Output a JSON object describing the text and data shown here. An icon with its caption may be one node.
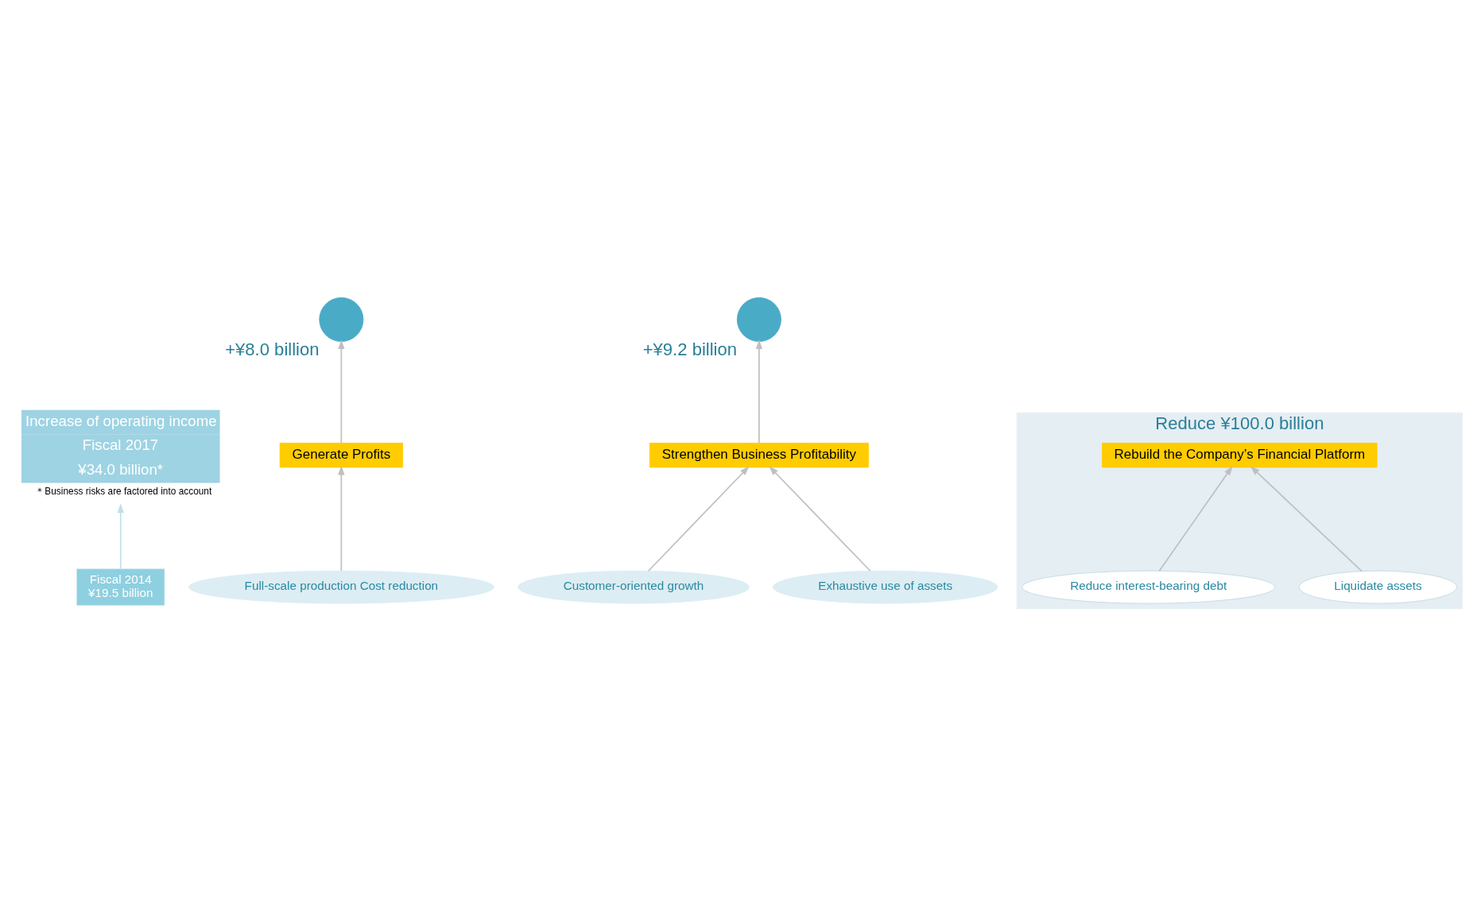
{
  "diagram": {
    "nodes": [
      {
        "text": [
          "Fiscal 2014",
          "¥19.5 billion"
        ]
      },
      {
        "text": [],
        "shape": "circle",
        "beside": [
          "+¥8.0 billion"
        ]
      },
      {
        "text": [],
        "shape": "circle",
        "beside": [
          "+¥9.2 billion"
        ]
      },
      {
        "text": [
          "Increase of operating income",
          "Fiscal 2017",
          "¥34.0 billion*"
        ],
        "beside": [
          "＊Business risks are factored into account"
        ]
      },
      {
        "text": [
          "Generate Profits"
        ]
      },
      {
        "text": [
          "Strengthen Business Profitability"
        ]
      },
      {
        "text": [
          "Full-scale production Cost reduction"
        ]
      },
      {
        "text": [
          "Customer-oriented growth"
        ]
      },
      {
        "text": [
          "Exhaustive use of assets"
        ]
      },
      {
        "text": [
          "Reduce ¥100.0 billion"
        ]
      },
      {
        "text": [
          "Liquidate assets"
        ],
        "in": 9
      },
      {
        "text": [
          "Rebuild the Company’s Financial Platform"
        ],
        "in": 9
      },
      {
        "text": [
          "Reduce interest-bearing debt"
        ],
        "in": 9
      }
    ],
    "edges": [
      {
        "from": 0,
        "to": 3,
        "arrow": "to",
        "color": "#bfe0ea"
      },
      {
        "from": 4,
        "to": 1,
        "arrow": "to"
      },
      {
        "from": 5,
        "to": 2,
        "arrow": "to"
      },
      {
        "from": 6,
        "to": 4,
        "arrow": "to"
      },
      {
        "from": 7,
        "to": 5,
        "arrow": "to"
      },
      {
        "from": 8,
        "to": 5,
        "arrow": "to"
      },
      {
        "from": 10,
        "to": 11,
        "arrow": "to"
      },
      {
        "from": 12,
        "to": 11,
        "arrow": "to"
      }
    ]
  }
}
